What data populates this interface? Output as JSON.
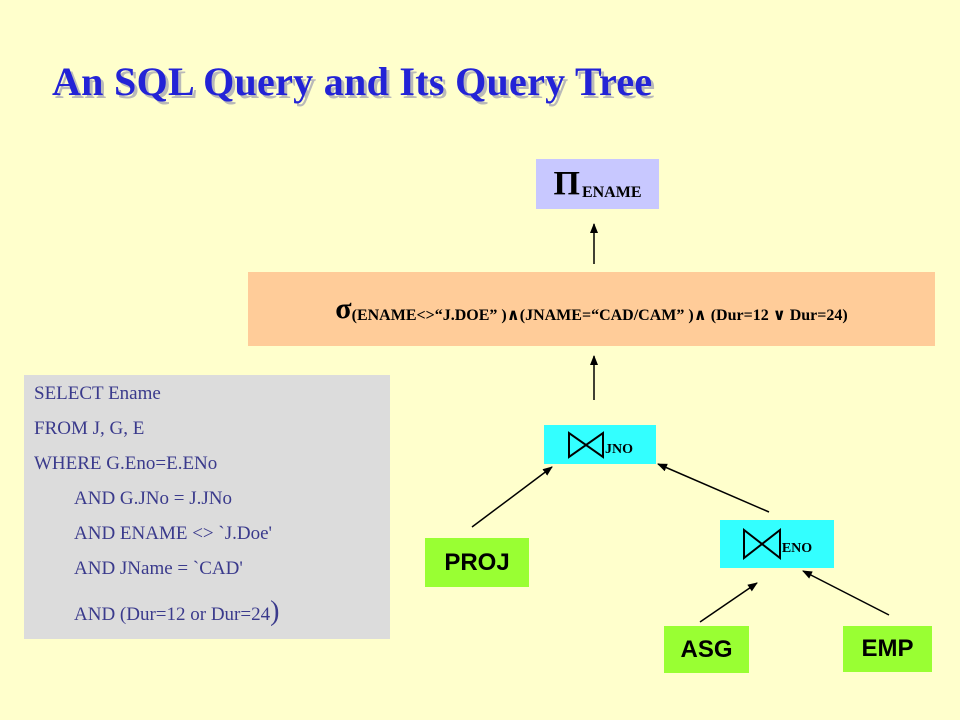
{
  "slide": {
    "title": "An SQL Query and Its Query Tree"
  },
  "colors": {
    "background": "#ffffcc",
    "title": "#2323d6",
    "projection_box": "#c8c8ff",
    "selection_box": "#ffcc99",
    "join_box": "#33ffff",
    "relation_box": "#99ff33",
    "sql_box": "#dcdcdc",
    "sql_text": "#3a3a8c"
  },
  "tree": {
    "projection": {
      "symbol": "Π",
      "attribute": "ENAME"
    },
    "selection": {
      "symbol": "σ",
      "condition": "(ENAME<>“J.DOE” )∧(JNAME=“CAD/CAM” )∧ (Dur=12 ∨ Dur=24)"
    },
    "join_top": {
      "symbol_icon": "bowtie-join-icon",
      "attribute": "JNO"
    },
    "join_bottom": {
      "symbol_icon": "bowtie-join-icon",
      "attribute": "ENO"
    },
    "relations": {
      "proj": "PROJ",
      "asg": "ASG",
      "emp": "EMP"
    }
  },
  "sql": {
    "lines": [
      "SELECT Ename",
      "FROM J, G, E",
      "WHERE G.Eno=E.ENo",
      "AND G.JNo = J.JNo",
      "AND ENAME <> `J.Doe'",
      "AND JName = `CAD'",
      "AND (Dur=12  or Dur=24"
    ],
    "last_paren": ")"
  }
}
